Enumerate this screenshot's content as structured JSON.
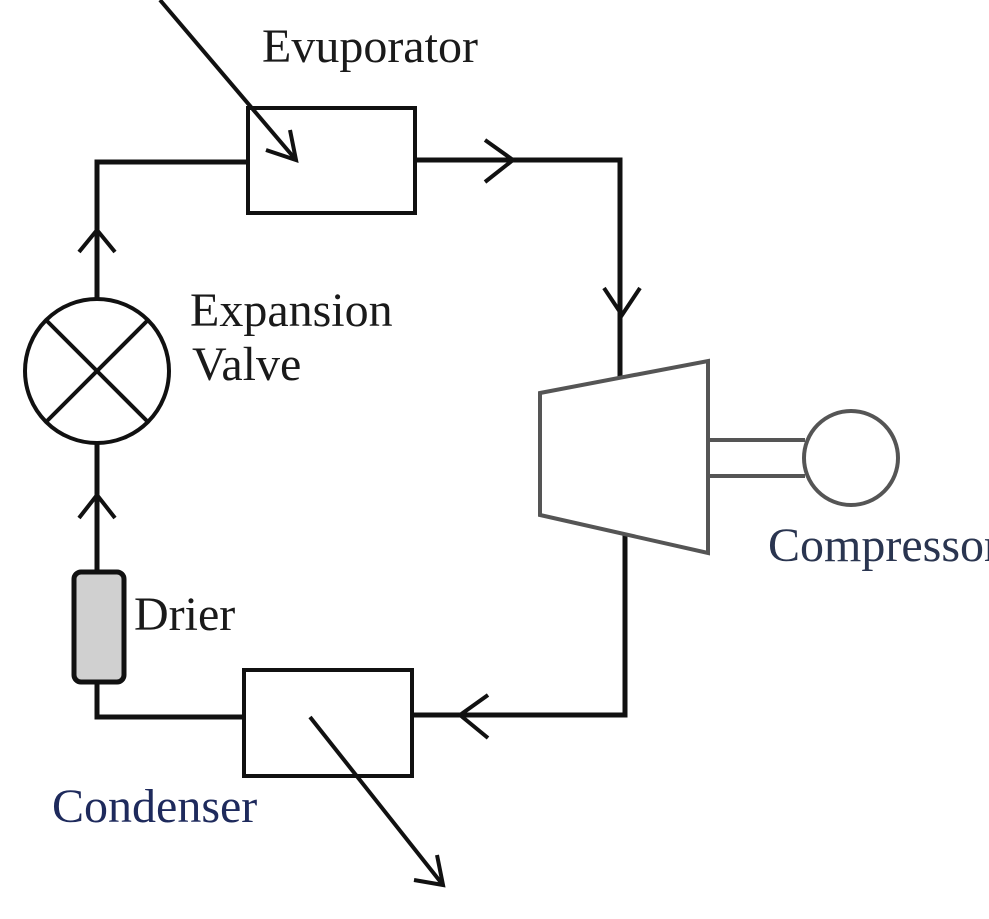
{
  "diagram": {
    "labels": {
      "evaporator": "Evuporator",
      "expansion_line1": "Expansion",
      "expansion_line2": "Valve",
      "compressor": "Compressor",
      "drier": "Drier",
      "condenser": "Condenser"
    },
    "colors": {
      "line": "#111111",
      "compressor_outline": "#555555",
      "drier_fill": "#d0d0d0",
      "label_dark": "#1a1a1a",
      "label_blue": "#1e2a5c",
      "label_compressor": "#2a3550"
    }
  }
}
